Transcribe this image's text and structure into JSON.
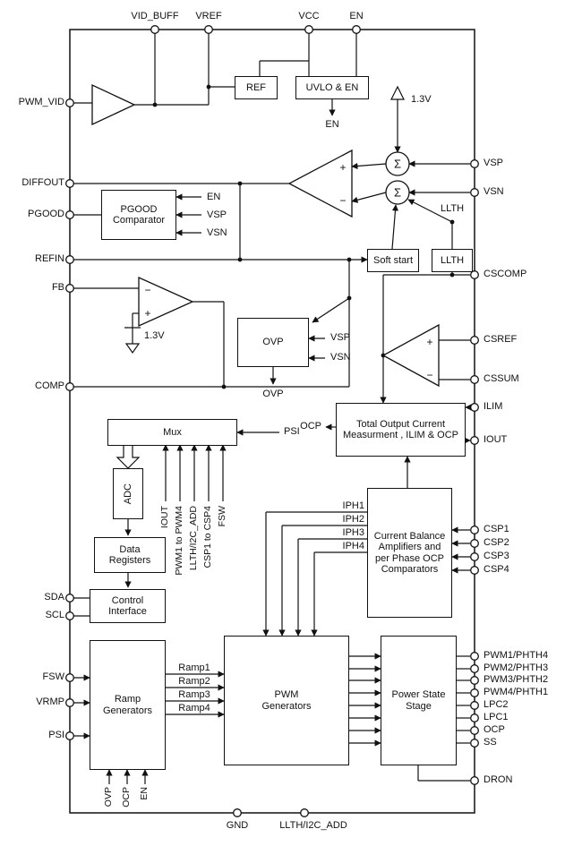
{
  "pins": {
    "top": [
      "VID_BUFF",
      "VREF",
      "VCC",
      "EN"
    ],
    "left": [
      "PWM_VID",
      "DIFFOUT",
      "PGOOD",
      "REFIN",
      "FB",
      "COMP",
      "SDA",
      "SCL",
      "FSW",
      "VRMP",
      "PSI"
    ],
    "right": [
      "VSP",
      "VSN",
      "CSCOMP",
      "CSREF",
      "CSSUM",
      "ILIM",
      "IOUT",
      "CSP1",
      "CSP2",
      "CSP3",
      "CSP4",
      "PWM1/PHTH4",
      "PWM2/PHTH3",
      "PWM3/PHTH2",
      "PWM4/PHTH1",
      "LPC2",
      "LPC1",
      "OCP",
      "SS",
      "DRON"
    ],
    "bottom": [
      "GND",
      "LLTH/I2C_ADD"
    ]
  },
  "blocks": {
    "ref": "REF",
    "uvlo_en": "UVLO & EN",
    "pgood_comparator": "PGOOD Comparator",
    "soft_start": "Soft start",
    "llth": "LLTH",
    "ovp": "OVP",
    "mux": "Mux",
    "adc": "ADC",
    "data_registers": "Data Registers",
    "control_interface": "Control Interface",
    "total_current": "Total Output Current Measurment , ILIM & OCP",
    "current_balance": "Current Balance Amplifiers and per Phase OCP Comparators",
    "ramp_generators": "Ramp Generators",
    "pwm_generators": "PWM Generators",
    "power_state_stage": "Power State Stage"
  },
  "signals": {
    "en": "EN",
    "v13": "1.3V",
    "sigma": "Σ",
    "plus": "+",
    "minus": "−",
    "pgood_in": [
      "EN",
      "VSP",
      "VSN"
    ],
    "ovp_in": [
      "VSP",
      "VSN"
    ],
    "ovp_out": "OVP",
    "llth": "LLTH",
    "psi": "PSI",
    "ocp": "OCP",
    "mux_in": [
      "IOUT",
      "PWM1 to PWM4",
      "LLTH/I2C_ADD",
      "CSP1 to CSP4",
      "FSW"
    ],
    "iph": [
      "IPH1",
      "IPH2",
      "IPH3",
      "IPH4"
    ],
    "ramp": [
      "Ramp1",
      "Ramp2",
      "Ramp3",
      "Ramp4"
    ],
    "ramp_in": [
      "OVP",
      "OCP",
      "EN"
    ]
  },
  "colors": {
    "line": "#111111",
    "background": "#ffffff"
  }
}
